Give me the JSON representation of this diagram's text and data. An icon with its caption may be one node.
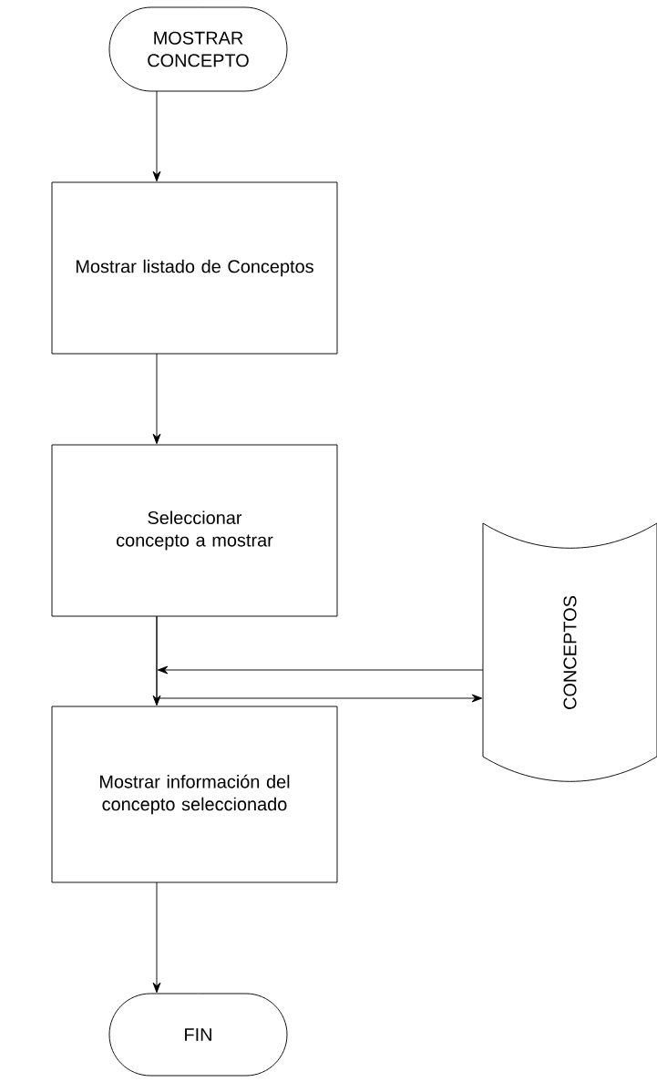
{
  "diagram": {
    "nodes": [
      {
        "text": [
          "MOSTRAR CONCEPTO"
        ]
      },
      {
        "text": [
          "Mostrar listado de Conceptos"
        ]
      },
      {
        "text": [
          "Seleccionar concepto a mostrar"
        ]
      },
      {
        "text": [
          "CONCEPTOS"
        ]
      },
      {
        "text": [
          "Mostrar información del concepto seleccionado"
        ]
      },
      {
        "text": [
          "FIN"
        ]
      }
    ],
    "edges": [
      {
        "from": 0,
        "to": 1,
        "arrow": "to"
      },
      {
        "from": 1,
        "to": 2,
        "arrow": "to"
      },
      {
        "from": 3,
        "to": 4,
        "arrow": "to"
      },
      {
        "from": 2,
        "to": 3,
        "arrow": "to"
      },
      {
        "from": 2,
        "to": 4,
        "arrow": "to"
      },
      {
        "from": 4,
        "to": 5,
        "arrow": "to"
      }
    ]
  }
}
